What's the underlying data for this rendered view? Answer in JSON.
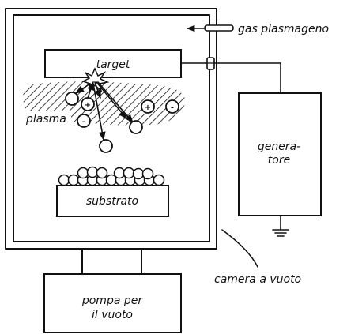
{
  "labels": {
    "gas": "gas plasmageno",
    "target": "target",
    "plasma": "plasma",
    "generator_line1": "genera-",
    "generator_line2": "tore",
    "substrate": "substrato",
    "chamber": "camera a vuoto",
    "pump_line1": "pompa per",
    "pump_line2": "il vuoto"
  },
  "particles": {
    "positive_sign": "+",
    "negative_sign": "-"
  }
}
